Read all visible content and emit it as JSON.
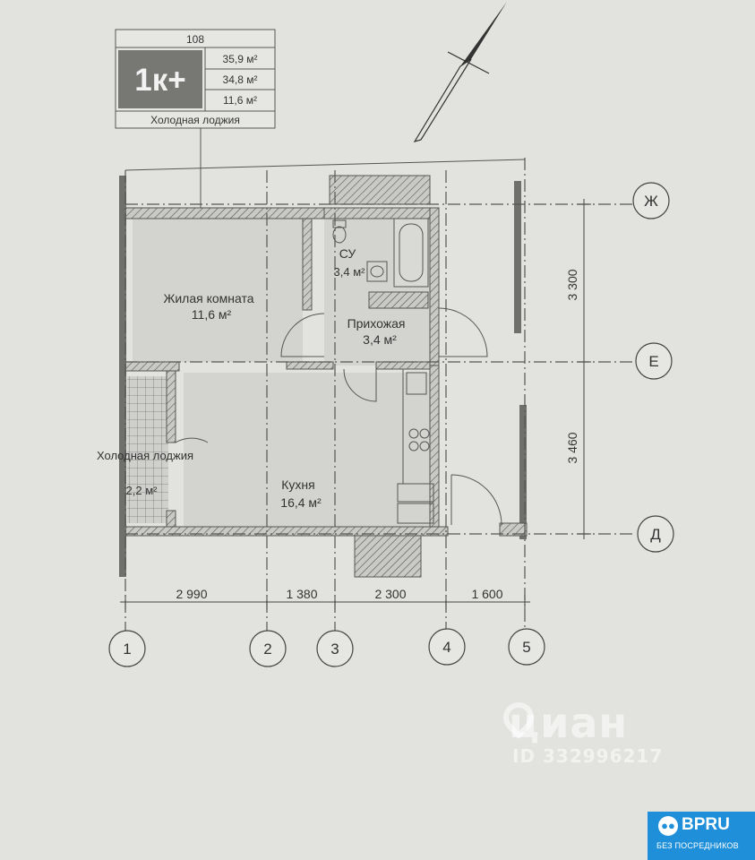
{
  "legend": {
    "number": "108",
    "type": "1к+",
    "areas": [
      "35,9 м²",
      "34,8 м²",
      "11,6 м²"
    ],
    "note": "Холодная лоджия"
  },
  "rooms": {
    "living": {
      "name": "Жилая комната",
      "area": "11,6 м²"
    },
    "bath": {
      "name": "СУ",
      "area": "3,4 м²"
    },
    "hall": {
      "name": "Прихожая",
      "area": "3,4 м²"
    },
    "loggia": {
      "name": "Холодная лоджия",
      "area": "2,2 м²"
    },
    "kitchen": {
      "name": "Кухня",
      "area": "16,4 м²"
    }
  },
  "dimensions": {
    "horizontal": [
      "2 990",
      "1 380",
      "2 300",
      "1 600"
    ],
    "vertical": [
      "3 300",
      "3 460"
    ]
  },
  "axes": {
    "numbers": [
      "1",
      "2",
      "3",
      "4",
      "5"
    ],
    "letters": [
      "Ж",
      "Е",
      "Д"
    ]
  },
  "watermark": {
    "logo": "циан",
    "id": "ID 332996217"
  },
  "badge": {
    "title": "BPRU",
    "subtitle": "БЕЗ ПОСРЕДНИКОВ"
  }
}
